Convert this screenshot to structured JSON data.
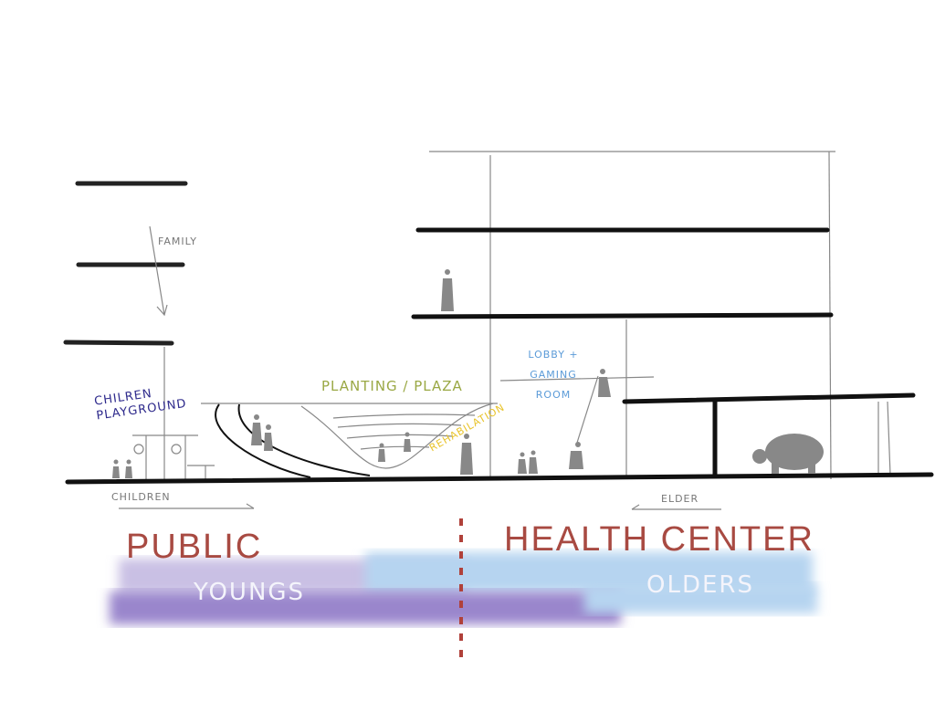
{
  "labels": {
    "family": "FAMILY",
    "children_playground": "CHILREN PLAYGROUND",
    "planting_plaza": "PLANTING / PLAZA",
    "rehabilitation": "REHABILATION",
    "lobby_gaming": "LOBBY + GAMING ROOM",
    "children": "CHILDREN",
    "elder": "ELDER",
    "public": "PUBLIC",
    "health_center": "HEALTH CENTER",
    "youngs": "YOUNGS",
    "olders": "OLDERS"
  },
  "colors": {
    "ink": "#111111",
    "pencil": "#777777",
    "playground": "#2e2a8c",
    "planting": "#9aa844",
    "rehab": "#e8c32a",
    "lobby": "#5b9bd8",
    "zone_title": "#a84a42",
    "young_band": "#9a86cc",
    "old_band": "#b6d4f0",
    "divider": "#b0413a"
  }
}
